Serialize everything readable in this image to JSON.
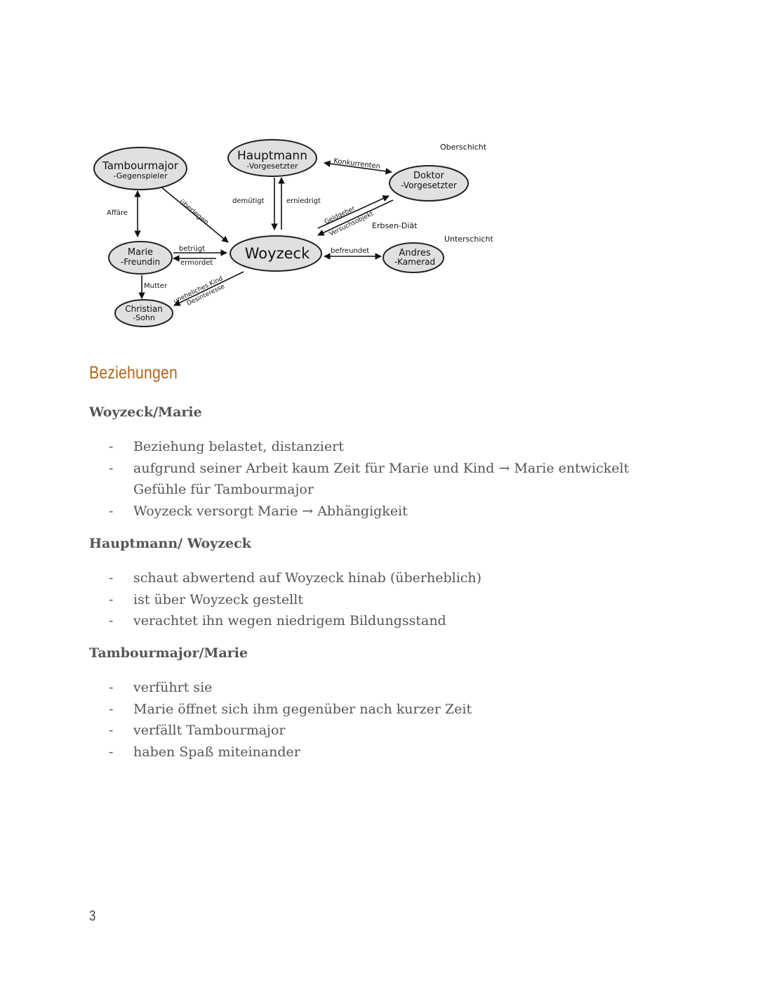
{
  "diagram": {
    "nodes": {
      "tambourmajor": {
        "name": "Tambourmajor",
        "role": "-Gegenspieler"
      },
      "hauptmann": {
        "name": "Hauptmann",
        "role": "-Vorgesetzter"
      },
      "doktor": {
        "name": "Doktor",
        "role": "-Vorgesetzter"
      },
      "woyzeck": {
        "name": "Woyzeck"
      },
      "marie": {
        "name": "Marie",
        "role": "-Freundin"
      },
      "andres": {
        "name": "Andres",
        "role": "-Kamerad"
      },
      "christian": {
        "name": "Christian",
        "role": "-Sohn"
      }
    },
    "edges": {
      "konkurrenten": "Konkurrenten",
      "affaere": "Affäre",
      "ueberlegen": "überlegen",
      "demuetigt": "demütigt",
      "erniedrigt": "erniedrigt",
      "geldgeber": "Geldgeber",
      "versuchsobjekt": "Versuchsobjekt",
      "erbsen_diaet": "Erbsen-Diät",
      "betruegt": "betrügt",
      "ermordet": "ermordet",
      "befreundet": "befreundet",
      "mutter": "Mutter",
      "uneheliches_kind": "uneheliches Kind",
      "desinteresse": "Desinteresse"
    },
    "labels": {
      "oberschicht": "Oberschicht",
      "unterschicht": "Unterschicht"
    }
  },
  "section_title": "Beziehungen",
  "sections": [
    {
      "heading": "Woyzeck/Marie",
      "items": [
        "Beziehung belastet, distanziert",
        "aufgrund seiner Arbeit kaum Zeit für Marie und Kind → Marie entwickelt Gefühle für Tambourmajor",
        "Woyzeck versorgt Marie → Abhängigkeit"
      ]
    },
    {
      "heading": "Hauptmann/ Woyzeck",
      "items": [
        "schaut abwertend auf Woyzeck hinab (überheblich)",
        "ist über Woyzeck gestellt",
        "verachtet ihn wegen niedrigem Bildungsstand"
      ]
    },
    {
      "heading": "Tambourmajor/Marie",
      "items": [
        "verführt sie",
        "Marie öffnet sich ihm gegenüber nach kurzer Zeit",
        "verfällt Tambourmajor",
        "haben Spaß miteinander"
      ]
    }
  ],
  "bullet": "-",
  "page_number": "3"
}
